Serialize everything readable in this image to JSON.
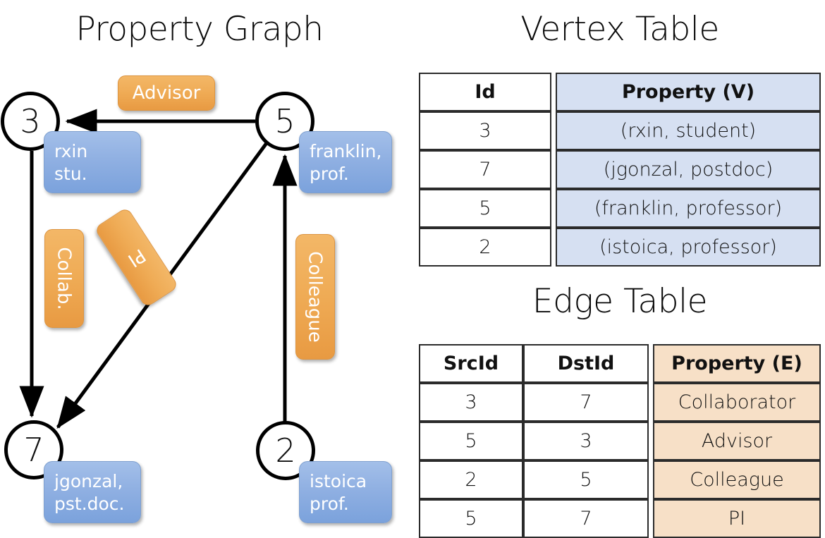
{
  "titles": {
    "property_graph": "Property Graph",
    "vertex_table": "Vertex Table",
    "edge_table": "Edge Table"
  },
  "graph": {
    "nodes": [
      {
        "id": "3",
        "label": "3",
        "property_lines": [
          "rxin",
          "stu."
        ]
      },
      {
        "id": "5",
        "label": "5",
        "property_lines": [
          "franklin,",
          "prof."
        ]
      },
      {
        "id": "7",
        "label": "7",
        "property_lines": [
          "jgonzal,",
          "pst.doc."
        ]
      },
      {
        "id": "2",
        "label": "2",
        "property_lines": [
          "istoica",
          "prof."
        ]
      }
    ],
    "edge_labels": [
      {
        "name": "advisor",
        "text": "Advisor",
        "orientation": "horizontal"
      },
      {
        "name": "collab",
        "text": "Collab.",
        "orientation": "vertical"
      },
      {
        "name": "pi",
        "text": "PI",
        "orientation": "diagonal"
      },
      {
        "name": "colleague",
        "text": "Colleague",
        "orientation": "vertical"
      }
    ],
    "edges": [
      {
        "from": "5",
        "to": "3",
        "label": "Advisor"
      },
      {
        "from": "3",
        "to": "7",
        "label": "Collab."
      },
      {
        "from": "5",
        "to": "7",
        "label": "PI"
      },
      {
        "from": "2",
        "to": "5",
        "label": "Colleague"
      }
    ]
  },
  "vertex_table": {
    "headers": [
      "Id",
      "Property (V)"
    ],
    "rows": [
      {
        "id": "3",
        "property": "(rxin, student)"
      },
      {
        "id": "7",
        "property": "(jgonzal, postdoc)"
      },
      {
        "id": "5",
        "property": "(franklin, professor)"
      },
      {
        "id": "2",
        "property": "(istoica, professor)"
      }
    ]
  },
  "edge_table": {
    "headers": [
      "SrcId",
      "DstId",
      "Property (E)"
    ],
    "rows": [
      {
        "src": "3",
        "dst": "7",
        "property": "Collaborator"
      },
      {
        "src": "5",
        "dst": "3",
        "property": "Advisor"
      },
      {
        "src": "2",
        "dst": "5",
        "property": "Colleague"
      },
      {
        "src": "5",
        "dst": "7",
        "property": "PI"
      }
    ]
  },
  "colors": {
    "vertex_property_cell": "#d6e0f2",
    "edge_property_cell": "#f7e0c7",
    "node_box_blue": "#90b0e2",
    "edge_label_orange": "#efab55",
    "stroke": "#000000"
  }
}
